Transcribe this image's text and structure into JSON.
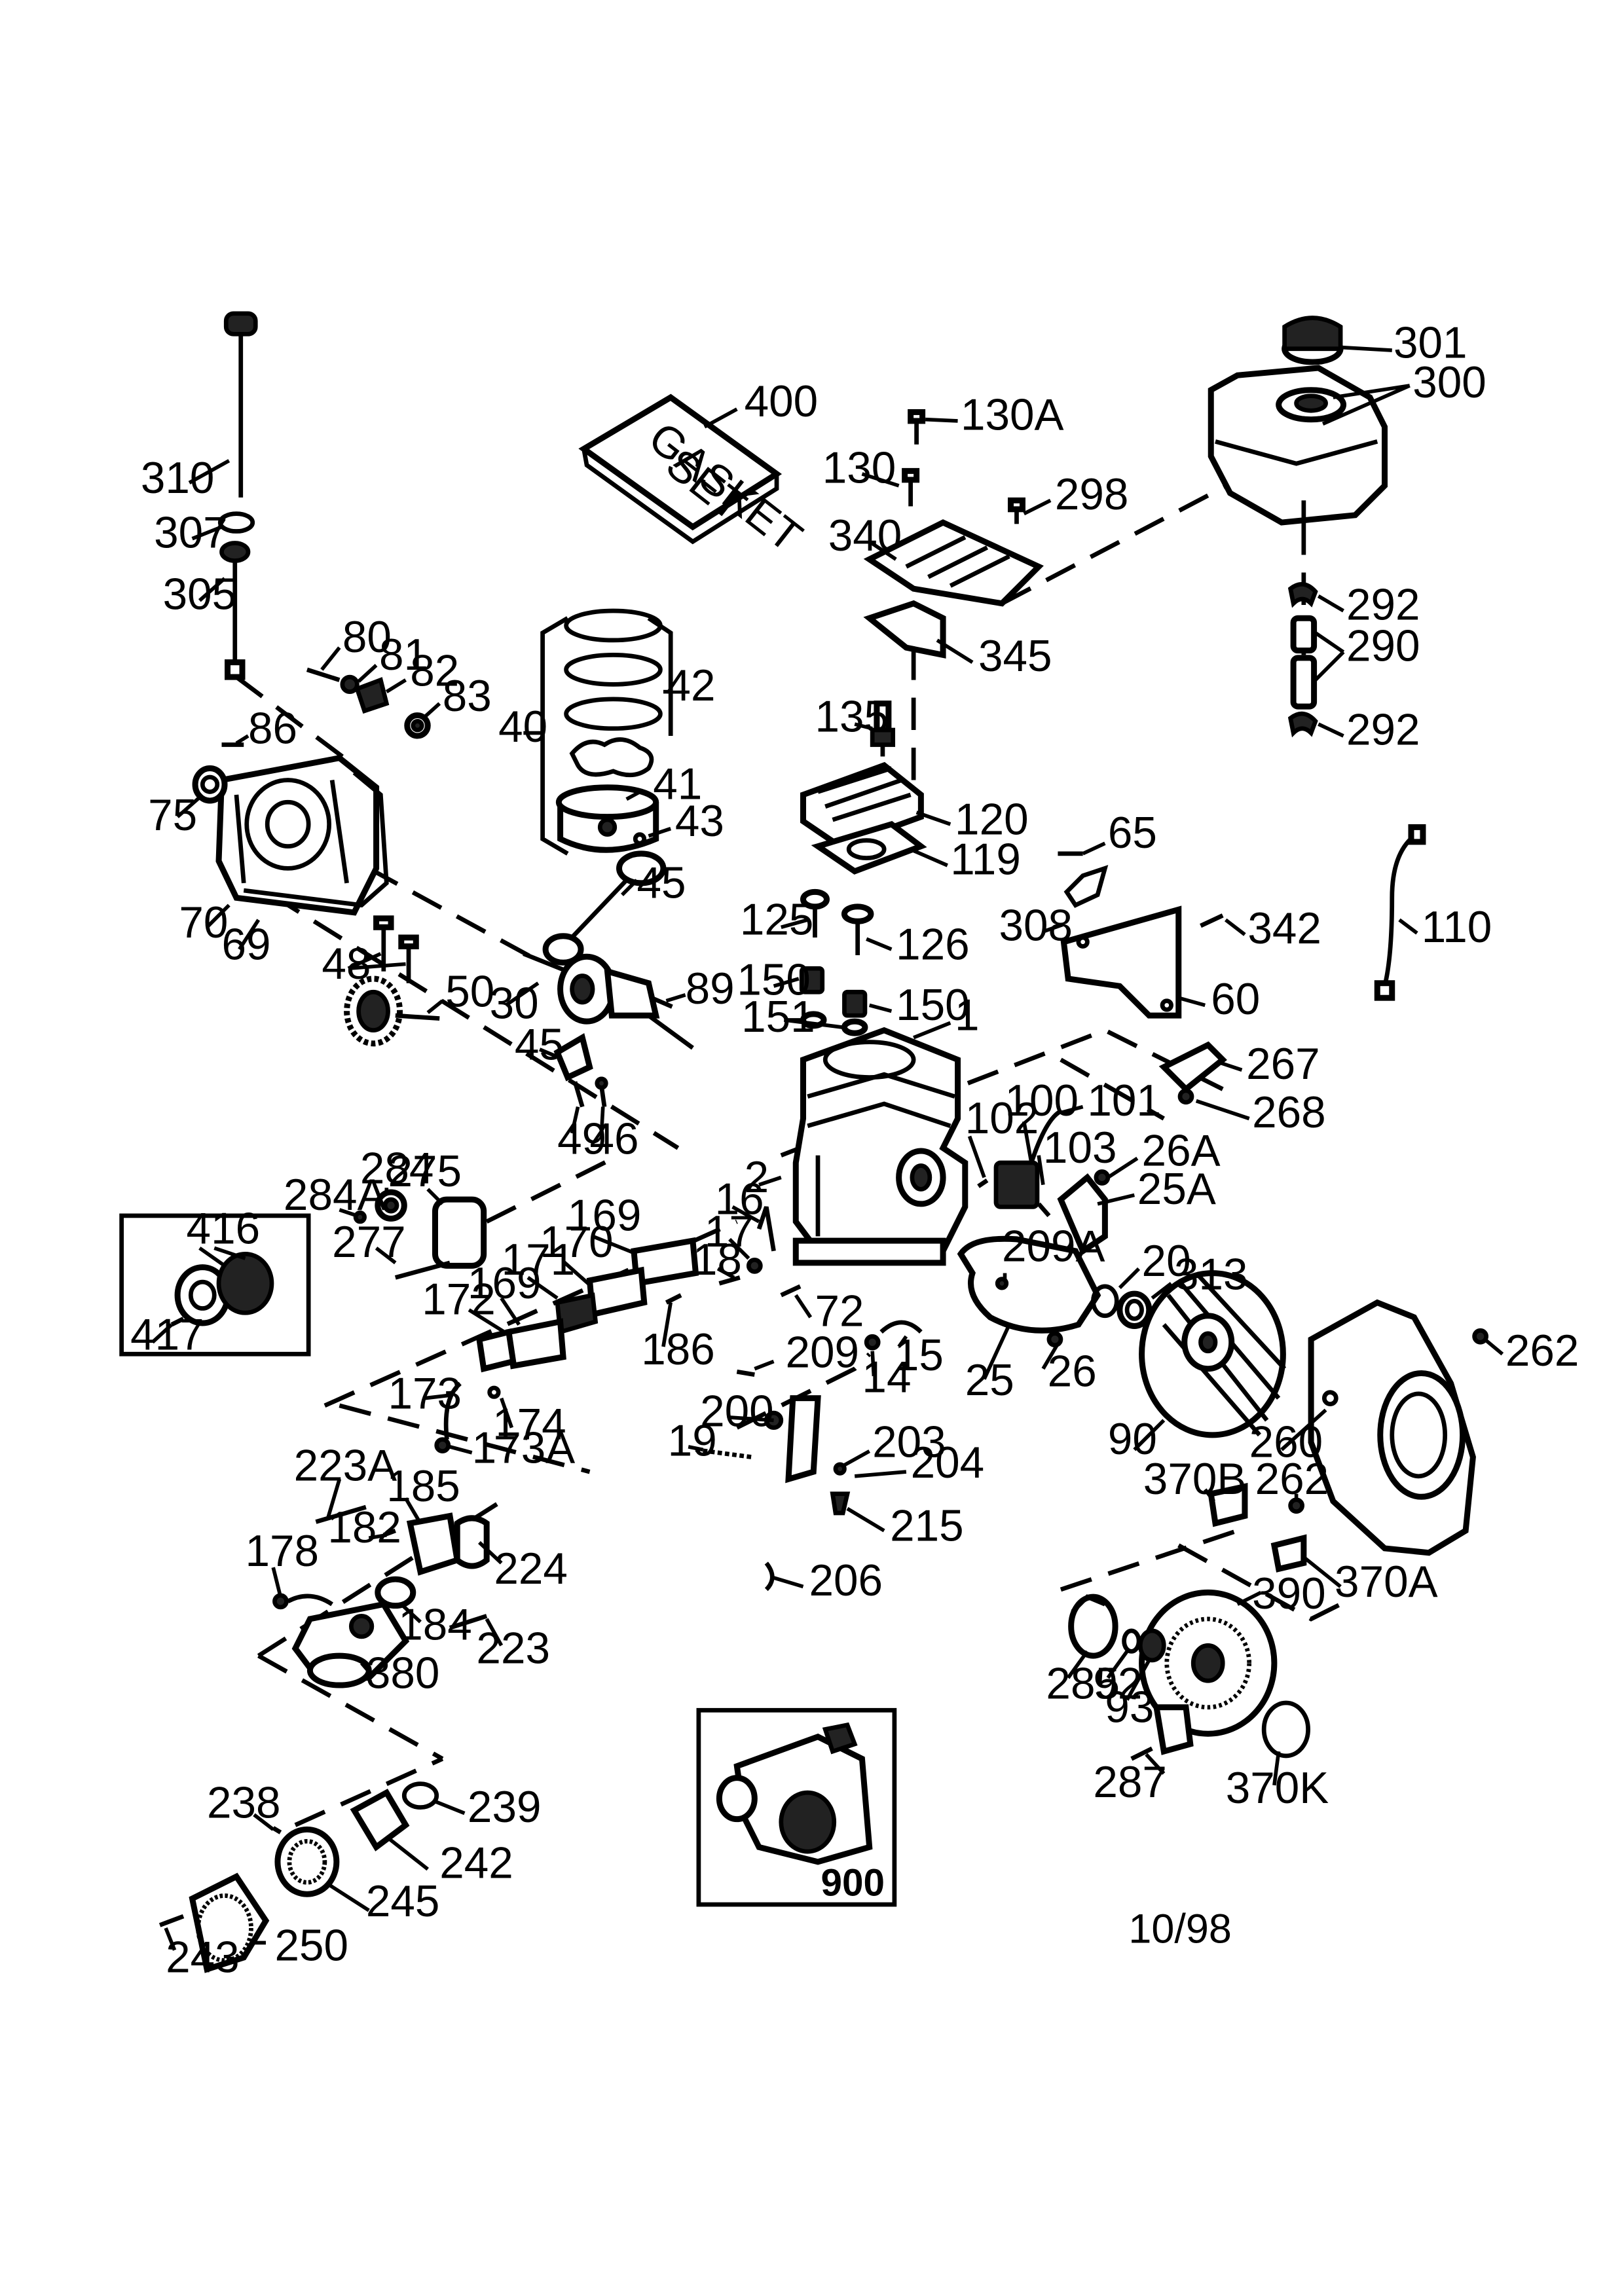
{
  "gasket_text": [
    "GASKET",
    "SET"
  ],
  "date_code": "10/98",
  "labels": {
    "l310": "310",
    "l307": "307",
    "l305": "305",
    "l80": "80",
    "l81": "81",
    "l82": "82",
    "l83": "83",
    "l86": "86",
    "l75": "75",
    "l70": "70",
    "l69": "69",
    "l48": "48",
    "l50": "50",
    "l30": "30",
    "l89": "89",
    "l45a": "45",
    "l45b": "45",
    "l49": "49",
    "l46": "46",
    "l40": "40",
    "l42": "42",
    "l41": "41",
    "l43": "43",
    "l400": "400",
    "l130A": "130A",
    "l130": "130",
    "l298": "298",
    "l340": "340",
    "l345": "345",
    "l135": "135",
    "l120": "120",
    "l119": "119",
    "l125": "125",
    "l126": "126",
    "l150a": "150",
    "l150b": "150",
    "l151": "151",
    "l1": "1",
    "l301": "301",
    "l300": "300",
    "l292a": "292",
    "l290": "290",
    "l292b": "292",
    "l65": "65",
    "l308": "308",
    "l342": "342",
    "l60": "60",
    "l110": "110",
    "l267": "267",
    "l268": "268",
    "l100": "100",
    "l101": "101",
    "l102": "102",
    "l103": "103",
    "l26A": "26A",
    "l25A": "25A",
    "l2": "2",
    "l16": "16",
    "l17": "17",
    "l18": "18",
    "l72": "72",
    "l209A": "209A",
    "l20": "20",
    "l313": "313",
    "l14": "14",
    "l15": "15",
    "l25": "25",
    "l26": "26",
    "l209": "209",
    "l284": "284",
    "l284A": "284A",
    "l275": "275",
    "l277": "277",
    "l416": "416",
    "l417": "417",
    "l169a": "169",
    "l170": "170",
    "l171": "171",
    "l172": "172",
    "l169b": "169",
    "l186": "186",
    "l173": "173",
    "l174": "174",
    "l173A": "173A",
    "l200": "200",
    "l19": "19",
    "l203": "203",
    "l204": "204",
    "l215": "215",
    "l206": "206",
    "l90": "90",
    "l262a": "262",
    "l260": "260",
    "l370B": "370B",
    "l262b": "262",
    "l370A": "370A",
    "l223A": "223A",
    "l185": "185",
    "l182": "182",
    "l178": "178",
    "l224": "224",
    "l184": "184",
    "l223": "223",
    "l380": "380",
    "l390": "390",
    "l285": "285",
    "l92": "92",
    "l93": "93",
    "l287": "287",
    "l370K": "370K",
    "l238": "238",
    "l239": "239",
    "l242": "242",
    "l245": "245",
    "l243": "243",
    "l250": "250",
    "l900": "900"
  }
}
